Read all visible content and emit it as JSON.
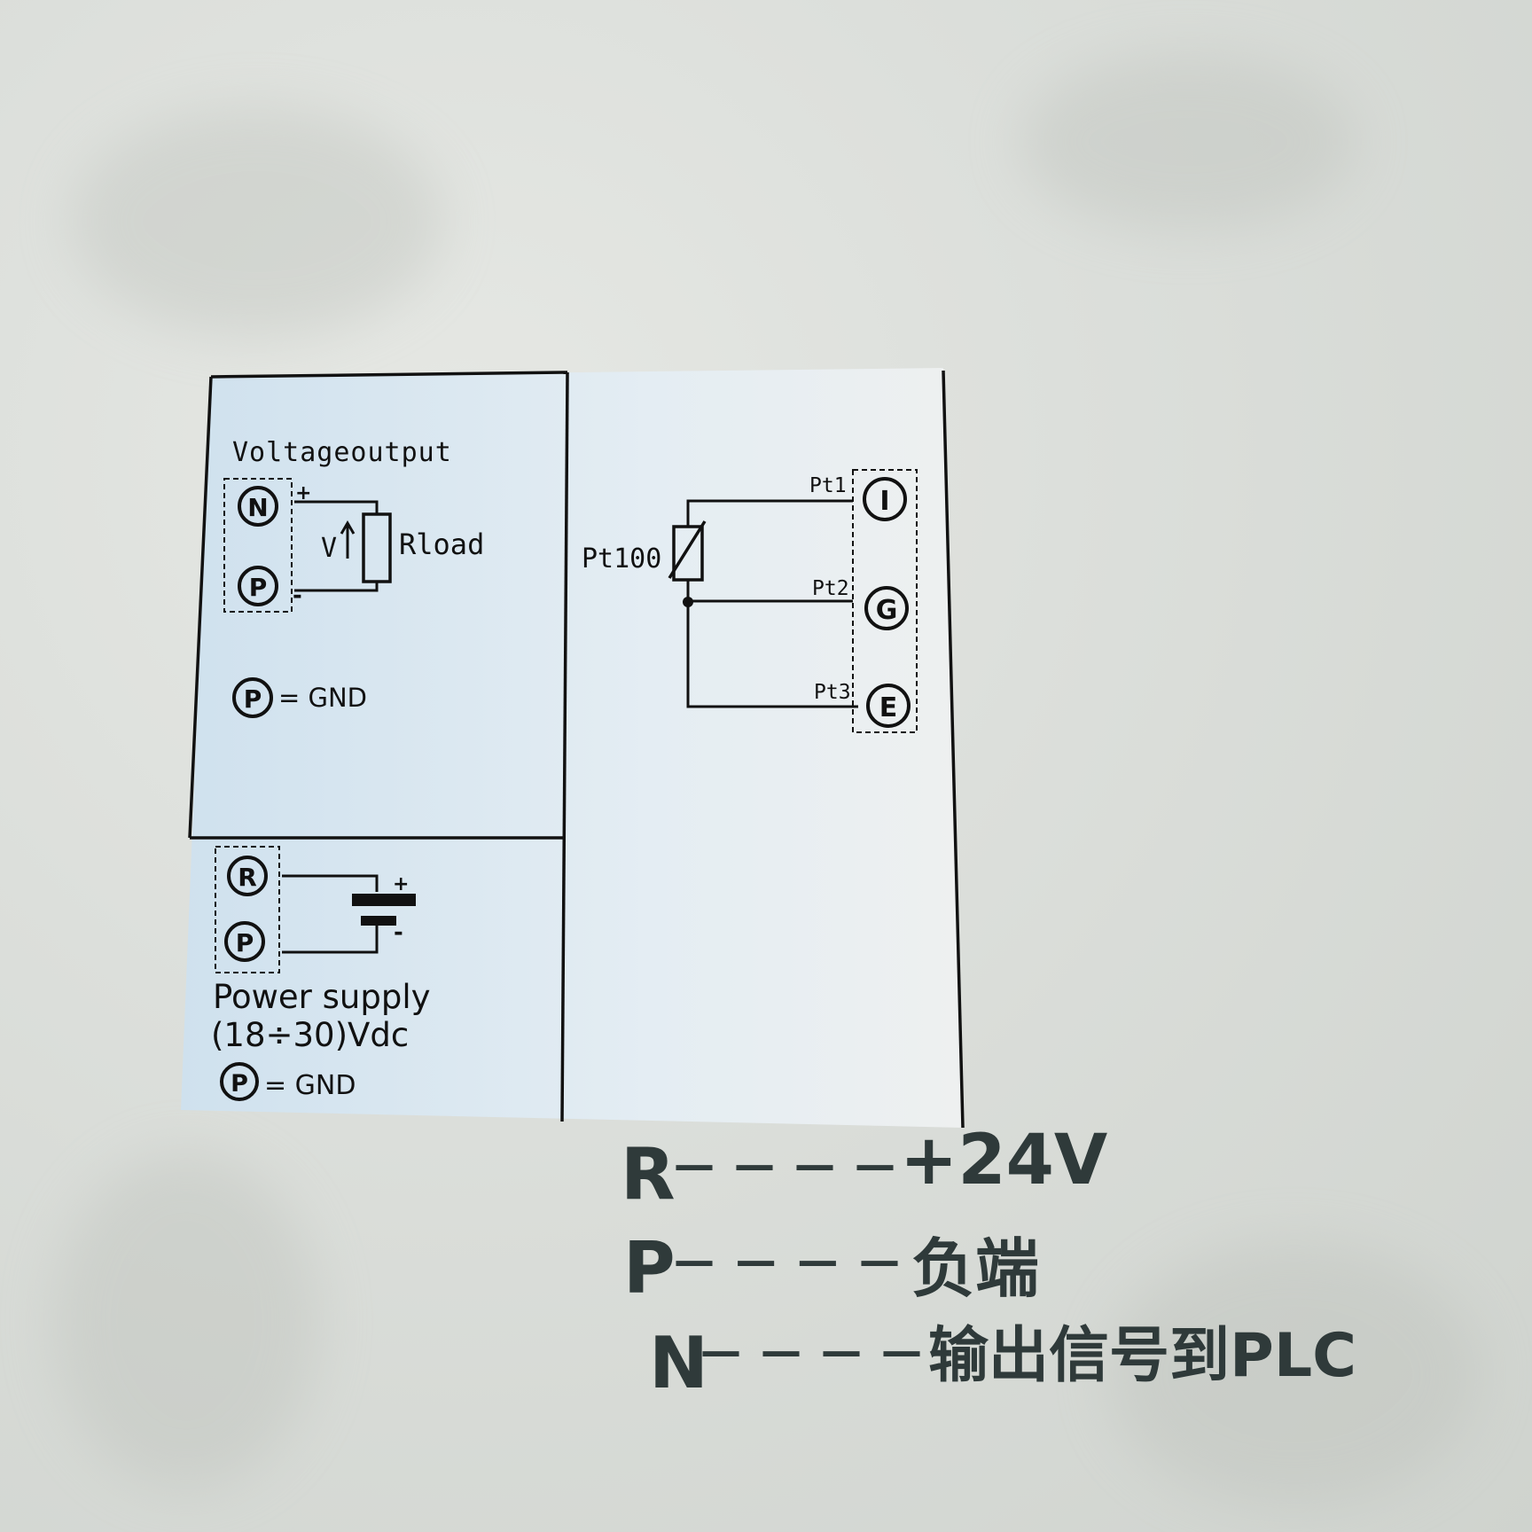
{
  "voltage_panel": {
    "title": "Voltageoutput",
    "terminal_n": "N",
    "terminal_p": "P",
    "plus": "+",
    "minus": "-",
    "v_label": "V",
    "load_label": "Rload",
    "gnd_note": "= GND"
  },
  "power_panel": {
    "terminal_r": "R",
    "terminal_p": "P",
    "plus": "+",
    "minus": "-",
    "title": "Power supply",
    "range": "(18÷30)Vdc",
    "gnd_note": "= GND"
  },
  "sensor_panel": {
    "sensor_label": "Pt100",
    "pt1": "Pt1",
    "pt2": "Pt2",
    "pt3": "Pt3",
    "terminal_i": "I",
    "terminal_g": "G",
    "terminal_e": "E"
  },
  "handwritten_notes": [
    {
      "terminal": "R",
      "dashes": "————",
      "meaning": "+24V"
    },
    {
      "terminal": "P",
      "dashes": "————",
      "meaning": "负端"
    },
    {
      "terminal": "N",
      "dashes": "————",
      "meaning": "输出信号到PLC"
    }
  ]
}
